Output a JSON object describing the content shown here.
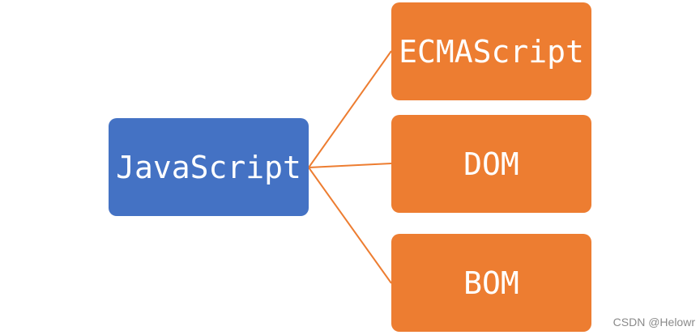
{
  "diagram": {
    "root": {
      "label": "JavaScript",
      "color": "#4472C4"
    },
    "children": [
      {
        "label": "ECMAScript",
        "color": "#ED7D31"
      },
      {
        "label": "DOM",
        "color": "#ED7D31"
      },
      {
        "label": "BOM",
        "color": "#ED7D31"
      }
    ],
    "connector_color": "#ED7D31"
  },
  "watermark": "CSDN @Helowr"
}
